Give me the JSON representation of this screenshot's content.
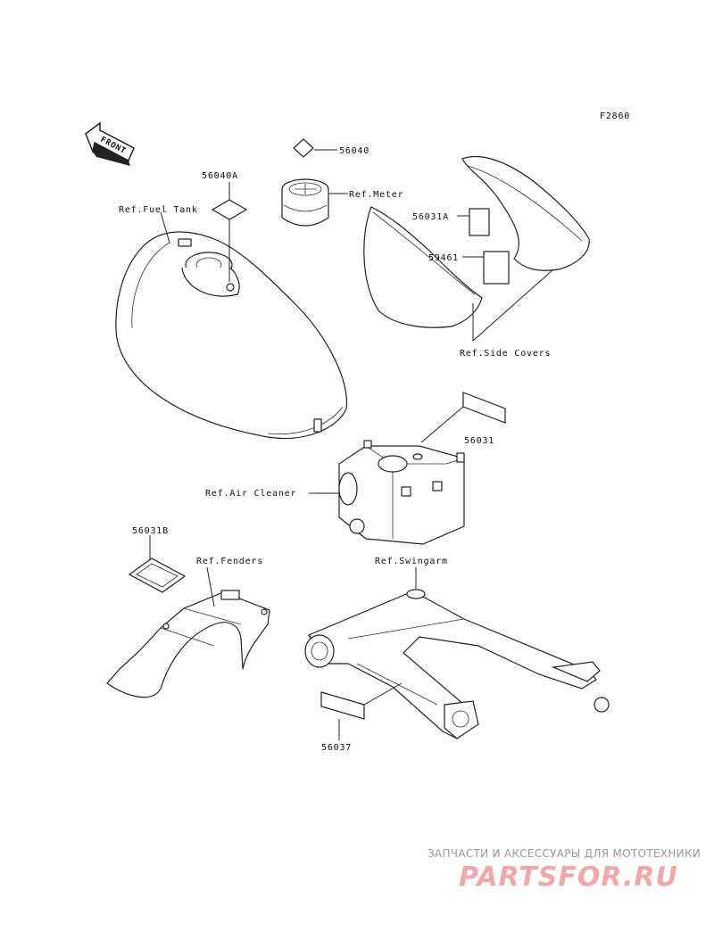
{
  "figure_code": "F2860",
  "front_label": "FRONT",
  "callouts": {
    "p56040": "56040",
    "p56040A": "56040A",
    "ref_meter": "Ref.Meter",
    "ref_fuel_tank": "Ref.Fuel Tank",
    "p56031A": "56031A",
    "p59461": "59461",
    "ref_side_covers": "Ref.Side Covers",
    "p56031": "56031",
    "ref_air_cleaner": "Ref.Air Cleaner",
    "p56031B": "56031B",
    "ref_fenders": "Ref.Fenders",
    "ref_swingarm": "Ref.Swingarm",
    "p56037": "56037"
  },
  "watermark": {
    "tagline": "ЗАПЧАСТИ И АКСЕССУАРЫ ДЛЯ МОТОТЕХНИКИ",
    "logo": "PARTSFOR.RU"
  }
}
